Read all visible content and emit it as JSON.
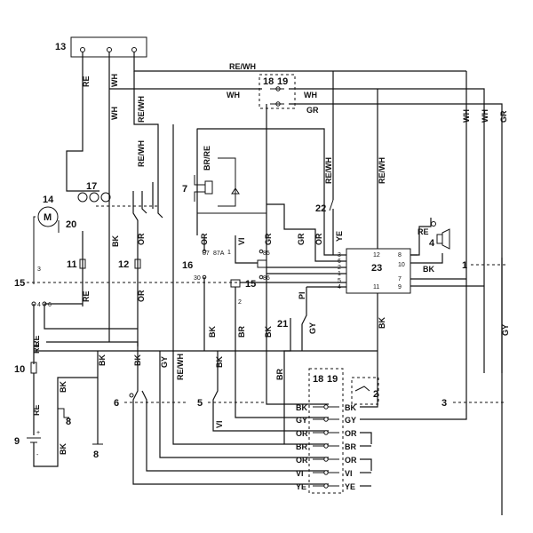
{
  "components": {
    "c1": "1",
    "c2": "2",
    "c3": "3",
    "c4": "4",
    "c5": "5",
    "c6": "6",
    "c7": "7",
    "c8a": "8",
    "c8b": "8",
    "c9": "9",
    "c10": "10",
    "c11": "11",
    "c12": "12",
    "c13": "13",
    "c14": "14",
    "c15a": "15",
    "c15b": "15",
    "c16": "16",
    "c17": "17",
    "c18a": "18",
    "c19a": "19",
    "c18b": "18",
    "c19b": "19",
    "c20": "20",
    "c21": "21",
    "c22": "22",
    "c23": "23"
  },
  "motor_symbol": "M",
  "battery": {
    "plus": "+",
    "minus": "-"
  },
  "wires": {
    "rewh_top": "RE/WH",
    "wh_top": "WH",
    "wh_top2": "WH",
    "gr_top": "GR",
    "re_13": "RE",
    "wh_13": "WH",
    "rewh_13": "RE/WH",
    "wh_mid": "WH",
    "rewh_mid": "RE/WH",
    "wh_r1": "WH",
    "wh_r2": "WH",
    "gr_r": "GR",
    "brre": "BR/RE",
    "rewh_22": "RE/WH",
    "rewh_23": "RE/WH",
    "or_16": "OR",
    "vi_16": "VI",
    "gr_16": "GR",
    "gr_23": "GR",
    "or_23": "OR",
    "ye_22": "YE",
    "re_4": "RE",
    "bk_4": "BK",
    "bk_mid": "BK",
    "or_12": "OR",
    "re_11": "RE",
    "re_15": "RE",
    "or_15": "OR",
    "pi_23": "PI",
    "gy_21": "GY",
    "bk_23": "BK",
    "bk_16": "BK",
    "br_16": "BR",
    "bk_16b": "BK",
    "re_10": "RE",
    "re_10b": "RE",
    "bk_l1": "BK",
    "bk_l2": "BK",
    "gy_l": "GY",
    "rewh_l": "RE/WH",
    "bk_l3": "BK",
    "bk_8": "BK",
    "bk_9": "BK",
    "vi_5": "VI",
    "br_21": "BR",
    "gy_right": "GY"
  },
  "connector": {
    "left": [
      "BK",
      "GY",
      "OR",
      "BR",
      "OR",
      "VI",
      "YE"
    ],
    "right": [
      "BK",
      "GY",
      "OR",
      "BR",
      "OR",
      "VI",
      "YE"
    ]
  },
  "relay_pins": {
    "p87": "87",
    "p87a": "87A",
    "p85": "85",
    "p30": "30",
    "p86": "86"
  },
  "unit23_pins": {
    "p3": "3",
    "p6": "6",
    "p2": "2",
    "p1": "1",
    "p5": "5",
    "p4": "4",
    "p12": "12",
    "p11": "11",
    "p8": "8",
    "p10": "10",
    "p7": "7",
    "p9": "9"
  },
  "sw_pins": {
    "s3": "3",
    "s4": "4",
    "s6": "6",
    "s1": "1",
    "s2": "2"
  }
}
